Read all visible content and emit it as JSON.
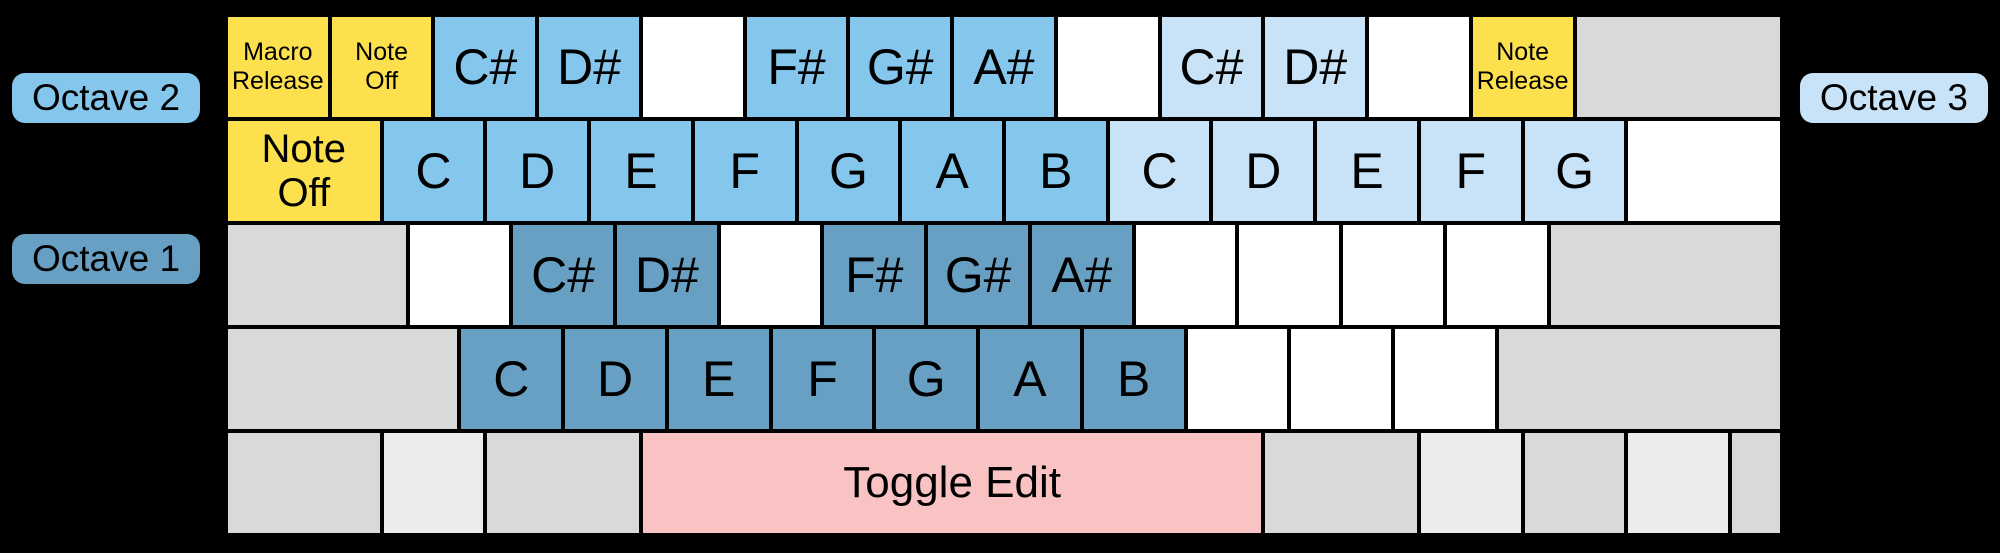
{
  "colors": {
    "background": "#000000",
    "border": "#000000",
    "yellow": "#FCE04E",
    "oct2": "#85C6ED",
    "oct3": "#C8E3F7",
    "oct1": "#68A0C4",
    "pink": "#F9C2C3",
    "gray": "#D9D9D9",
    "graylight": "#ECECEC",
    "white": "#FFFFFF",
    "text": "#000000"
  },
  "badges": {
    "octave2": "Octave 2",
    "octave1": "Octave 1",
    "octave3": "Octave 3"
  },
  "grid": {
    "columns": 60,
    "rows": [
      {
        "name": "octave2-black-key-row",
        "cells": [
          {
            "name": "key-macro-release",
            "label": "Macro\nRelease",
            "color": "yellow",
            "start": 0,
            "end": 4,
            "size": "small"
          },
          {
            "name": "key-note-off-black-row",
            "label": "Note\nOff",
            "color": "yellow",
            "start": 4,
            "end": 8,
            "size": "small"
          },
          {
            "name": "key-csharp-oct2",
            "label": "C#",
            "color": "oct2",
            "start": 8,
            "end": 12,
            "size": "large"
          },
          {
            "name": "key-dsharp-oct2",
            "label": "D#",
            "color": "oct2",
            "start": 12,
            "end": 16,
            "size": "large"
          },
          {
            "name": "key-blank",
            "label": "",
            "color": "white",
            "start": 16,
            "end": 20,
            "size": "large"
          },
          {
            "name": "key-fsharp-oct2",
            "label": "F#",
            "color": "oct2",
            "start": 20,
            "end": 24,
            "size": "large"
          },
          {
            "name": "key-gsharp-oct2",
            "label": "G#",
            "color": "oct2",
            "start": 24,
            "end": 28,
            "size": "large"
          },
          {
            "name": "key-asharp-oct2",
            "label": "A#",
            "color": "oct2",
            "start": 28,
            "end": 32,
            "size": "large"
          },
          {
            "name": "key-blank",
            "label": "",
            "color": "white",
            "start": 32,
            "end": 36,
            "size": "large"
          },
          {
            "name": "key-csharp-oct3",
            "label": "C#",
            "color": "oct3",
            "start": 36,
            "end": 40,
            "size": "large"
          },
          {
            "name": "key-dsharp-oct3",
            "label": "D#",
            "color": "oct3",
            "start": 40,
            "end": 44,
            "size": "large"
          },
          {
            "name": "key-blank",
            "label": "",
            "color": "white",
            "start": 44,
            "end": 48,
            "size": "large"
          },
          {
            "name": "key-note-release",
            "label": "Note\nRelease",
            "color": "yellow",
            "start": 48,
            "end": 52,
            "size": "small"
          },
          {
            "name": "pad-unused",
            "label": "",
            "color": "gray",
            "start": 52,
            "end": 60,
            "size": "large"
          }
        ]
      },
      {
        "name": "octave2-white-key-row",
        "cells": [
          {
            "name": "key-note-off",
            "label": "Note\nOff",
            "color": "yellow",
            "start": 0,
            "end": 6,
            "size": "medium"
          },
          {
            "name": "key-c-oct2",
            "label": "C",
            "color": "oct2",
            "start": 6,
            "end": 10,
            "size": "large"
          },
          {
            "name": "key-d-oct2",
            "label": "D",
            "color": "oct2",
            "start": 10,
            "end": 14,
            "size": "large"
          },
          {
            "name": "key-e-oct2",
            "label": "E",
            "color": "oct2",
            "start": 14,
            "end": 18,
            "size": "large"
          },
          {
            "name": "key-f-oct2",
            "label": "F",
            "color": "oct2",
            "start": 18,
            "end": 22,
            "size": "large"
          },
          {
            "name": "key-g-oct2",
            "label": "G",
            "color": "oct2",
            "start": 22,
            "end": 26,
            "size": "large"
          },
          {
            "name": "key-a-oct2",
            "label": "A",
            "color": "oct2",
            "start": 26,
            "end": 30,
            "size": "large"
          },
          {
            "name": "key-b-oct2",
            "label": "B",
            "color": "oct2",
            "start": 30,
            "end": 34,
            "size": "large"
          },
          {
            "name": "key-c-oct3",
            "label": "C",
            "color": "oct3",
            "start": 34,
            "end": 38,
            "size": "large"
          },
          {
            "name": "key-d-oct3",
            "label": "D",
            "color": "oct3",
            "start": 38,
            "end": 42,
            "size": "large"
          },
          {
            "name": "key-e-oct3",
            "label": "E",
            "color": "oct3",
            "start": 42,
            "end": 46,
            "size": "large"
          },
          {
            "name": "key-f-oct3",
            "label": "F",
            "color": "oct3",
            "start": 46,
            "end": 50,
            "size": "large"
          },
          {
            "name": "key-g-oct3",
            "label": "G",
            "color": "oct3",
            "start": 50,
            "end": 54,
            "size": "large"
          },
          {
            "name": "key-blank",
            "label": "",
            "color": "white",
            "start": 54,
            "end": 60,
            "size": "large"
          }
        ]
      },
      {
        "name": "octave1-black-key-row",
        "cells": [
          {
            "name": "pad-unused",
            "label": "",
            "color": "gray",
            "start": 0,
            "end": 7,
            "size": "large"
          },
          {
            "name": "key-blank",
            "label": "",
            "color": "white",
            "start": 7,
            "end": 11,
            "size": "large"
          },
          {
            "name": "key-csharp-oct1",
            "label": "C#",
            "color": "oct1",
            "start": 11,
            "end": 15,
            "size": "large"
          },
          {
            "name": "key-dsharp-oct1",
            "label": "D#",
            "color": "oct1",
            "start": 15,
            "end": 19,
            "size": "large"
          },
          {
            "name": "key-blank",
            "label": "",
            "color": "white",
            "start": 19,
            "end": 23,
            "size": "large"
          },
          {
            "name": "key-fsharp-oct1",
            "label": "F#",
            "color": "oct1",
            "start": 23,
            "end": 27,
            "size": "large"
          },
          {
            "name": "key-gsharp-oct1",
            "label": "G#",
            "color": "oct1",
            "start": 27,
            "end": 31,
            "size": "large"
          },
          {
            "name": "key-asharp-oct1",
            "label": "A#",
            "color": "oct1",
            "start": 31,
            "end": 35,
            "size": "large"
          },
          {
            "name": "key-blank",
            "label": "",
            "color": "white",
            "start": 35,
            "end": 39,
            "size": "large"
          },
          {
            "name": "key-blank",
            "label": "",
            "color": "white",
            "start": 39,
            "end": 43,
            "size": "large"
          },
          {
            "name": "key-blank",
            "label": "",
            "color": "white",
            "start": 43,
            "end": 47,
            "size": "large"
          },
          {
            "name": "key-blank",
            "label": "",
            "color": "white",
            "start": 47,
            "end": 51,
            "size": "large"
          },
          {
            "name": "pad-unused",
            "label": "",
            "color": "gray",
            "start": 51,
            "end": 60,
            "size": "large"
          }
        ]
      },
      {
        "name": "octave1-white-key-row",
        "cells": [
          {
            "name": "pad-unused",
            "label": "",
            "color": "gray",
            "start": 0,
            "end": 9,
            "size": "large"
          },
          {
            "name": "key-c-oct1",
            "label": "C",
            "color": "oct1",
            "start": 9,
            "end": 13,
            "size": "large"
          },
          {
            "name": "key-d-oct1",
            "label": "D",
            "color": "oct1",
            "start": 13,
            "end": 17,
            "size": "large"
          },
          {
            "name": "key-e-oct1",
            "label": "E",
            "color": "oct1",
            "start": 17,
            "end": 21,
            "size": "large"
          },
          {
            "name": "key-f-oct1",
            "label": "F",
            "color": "oct1",
            "start": 21,
            "end": 25,
            "size": "large"
          },
          {
            "name": "key-g-oct1",
            "label": "G",
            "color": "oct1",
            "start": 25,
            "end": 29,
            "size": "large"
          },
          {
            "name": "key-a-oct1",
            "label": "A",
            "color": "oct1",
            "start": 29,
            "end": 33,
            "size": "large"
          },
          {
            "name": "key-b-oct1",
            "label": "B",
            "color": "oct1",
            "start": 33,
            "end": 37,
            "size": "large"
          },
          {
            "name": "key-blank",
            "label": "",
            "color": "white",
            "start": 37,
            "end": 41,
            "size": "large"
          },
          {
            "name": "key-blank",
            "label": "",
            "color": "white",
            "start": 41,
            "end": 45,
            "size": "large"
          },
          {
            "name": "key-blank",
            "label": "",
            "color": "white",
            "start": 45,
            "end": 49,
            "size": "large"
          },
          {
            "name": "pad-unused",
            "label": "",
            "color": "gray",
            "start": 49,
            "end": 60,
            "size": "large"
          }
        ]
      },
      {
        "name": "bottom-function-row",
        "cells": [
          {
            "name": "pad-unused",
            "label": "",
            "color": "gray",
            "start": 0,
            "end": 6,
            "size": "large"
          },
          {
            "name": "pad-unused-light",
            "label": "",
            "color": "graylight",
            "start": 6,
            "end": 10,
            "size": "large"
          },
          {
            "name": "pad-unused",
            "label": "",
            "color": "gray",
            "start": 10,
            "end": 16,
            "size": "large"
          },
          {
            "name": "key-toggle-edit",
            "label": "Toggle Edit",
            "color": "pink",
            "start": 16,
            "end": 40,
            "size": "toggle"
          },
          {
            "name": "pad-unused",
            "label": "",
            "color": "gray",
            "start": 40,
            "end": 46,
            "size": "large"
          },
          {
            "name": "pad-unused-light",
            "label": "",
            "color": "graylight",
            "start": 46,
            "end": 50,
            "size": "large"
          },
          {
            "name": "pad-unused",
            "label": "",
            "color": "gray",
            "start": 50,
            "end": 54,
            "size": "large"
          },
          {
            "name": "pad-unused-light",
            "label": "",
            "color": "graylight",
            "start": 54,
            "end": 58,
            "size": "large"
          },
          {
            "name": "pad-unused",
            "label": "",
            "color": "gray",
            "start": 58,
            "end": 60,
            "size": "large"
          }
        ]
      }
    ]
  }
}
